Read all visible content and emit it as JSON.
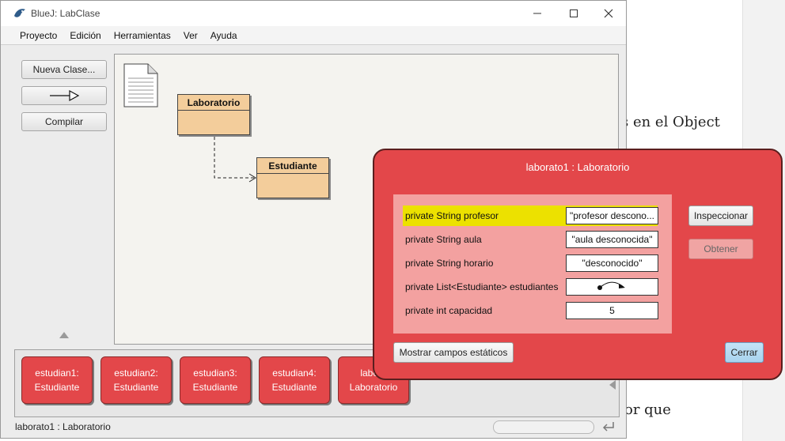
{
  "window": {
    "title": "BlueJ: LabClase"
  },
  "menu": [
    "Proyecto",
    "Edición",
    "Herramientas",
    "Ver",
    "Ayuda"
  ],
  "toolbar": {
    "new_class": "Nueva Clase...",
    "compile": "Compilar"
  },
  "classes": [
    {
      "name": "Laboratorio"
    },
    {
      "name": "Estudiante"
    }
  ],
  "objects": [
    {
      "name": "estudian1:",
      "type": "Estudiante"
    },
    {
      "name": "estudian2:",
      "type": "Estudiante"
    },
    {
      "name": "estudian3:",
      "type": "Estudiante"
    },
    {
      "name": "estudian4:",
      "type": "Estudiante"
    },
    {
      "name": "labora",
      "type": "Laboratorio"
    }
  ],
  "status": "laborato1 : Laboratorio",
  "inspector": {
    "title": "laborato1 : Laboratorio",
    "fields": [
      {
        "label": "private String profesor",
        "value": "\"profesor descono...",
        "selected": true
      },
      {
        "label": "private String aula",
        "value": "\"aula desconocida\""
      },
      {
        "label": "private String horario",
        "value": "\"desconocido\""
      },
      {
        "label": "private List<Estudiante> estudiantes",
        "value": ""
      },
      {
        "label": "private int capacidad",
        "value": "5"
      }
    ],
    "inspect_button": "Inspeccionar",
    "get_button": "Obtener",
    "static_button": "Mostrar campos estáticos",
    "close_button": "Cerrar"
  },
  "background_text": {
    "line1": "s en el Object",
    "line2": "or que"
  },
  "colors": {
    "object": "#e3474a",
    "class": "#f3cd9b",
    "highlight": "#ece100",
    "fields_bg": "#f3a1a0"
  }
}
